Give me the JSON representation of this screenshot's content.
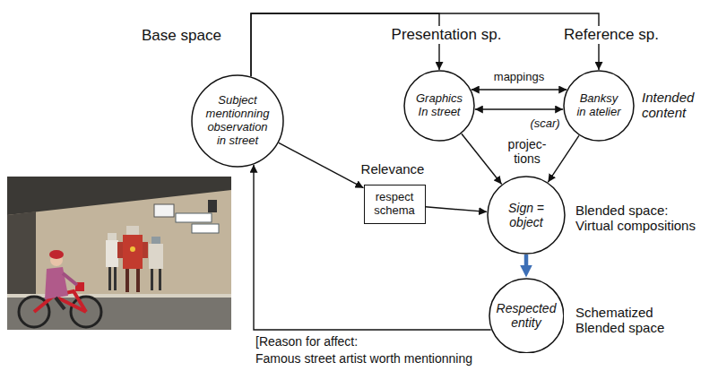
{
  "diagram": {
    "nodes": [
      {
        "text": [
          "Subject mentionning observation in street"
        ]
      },
      {
        "text": [
          "Graphics In street"
        ]
      },
      {
        "text": [
          "Banksy in atelier"
        ]
      },
      {
        "text": [
          "respect schema"
        ]
      },
      {
        "text": [
          "Sign = object"
        ]
      },
      {
        "text": [
          "Respected entity"
        ]
      }
    ],
    "edges": [
      {
        "from": 0,
        "to": 1,
        "arrow": "to"
      },
      {
        "from": 0,
        "to": 2,
        "arrow": "to"
      },
      {
        "from": 1,
        "to": 2,
        "label": "mappings",
        "arrow": "both"
      },
      {
        "from": 1,
        "to": 2,
        "arrow": "both"
      },
      {
        "from": 1,
        "to": 4,
        "arrow": "to"
      },
      {
        "from": 2,
        "to": 4,
        "arrow": "to"
      },
      {
        "from": 0,
        "to": 3,
        "arrow": "to"
      },
      {
        "from": 3,
        "to": 4,
        "arrow": "to"
      },
      {
        "from": 4,
        "to": 5,
        "arrow": "to"
      },
      {
        "from": 5,
        "to": 0,
        "arrow": "to"
      }
    ],
    "labels": [
      "Base space",
      "Presentation sp.",
      "Reference sp.",
      "Intended content",
      "(scar)",
      "projec- tions",
      "Relevance",
      "Blended space: Virtual compositions",
      "Schematized Blended space",
      "[Reason for affect:",
      "Famous street artist worth mentionning"
    ]
  }
}
